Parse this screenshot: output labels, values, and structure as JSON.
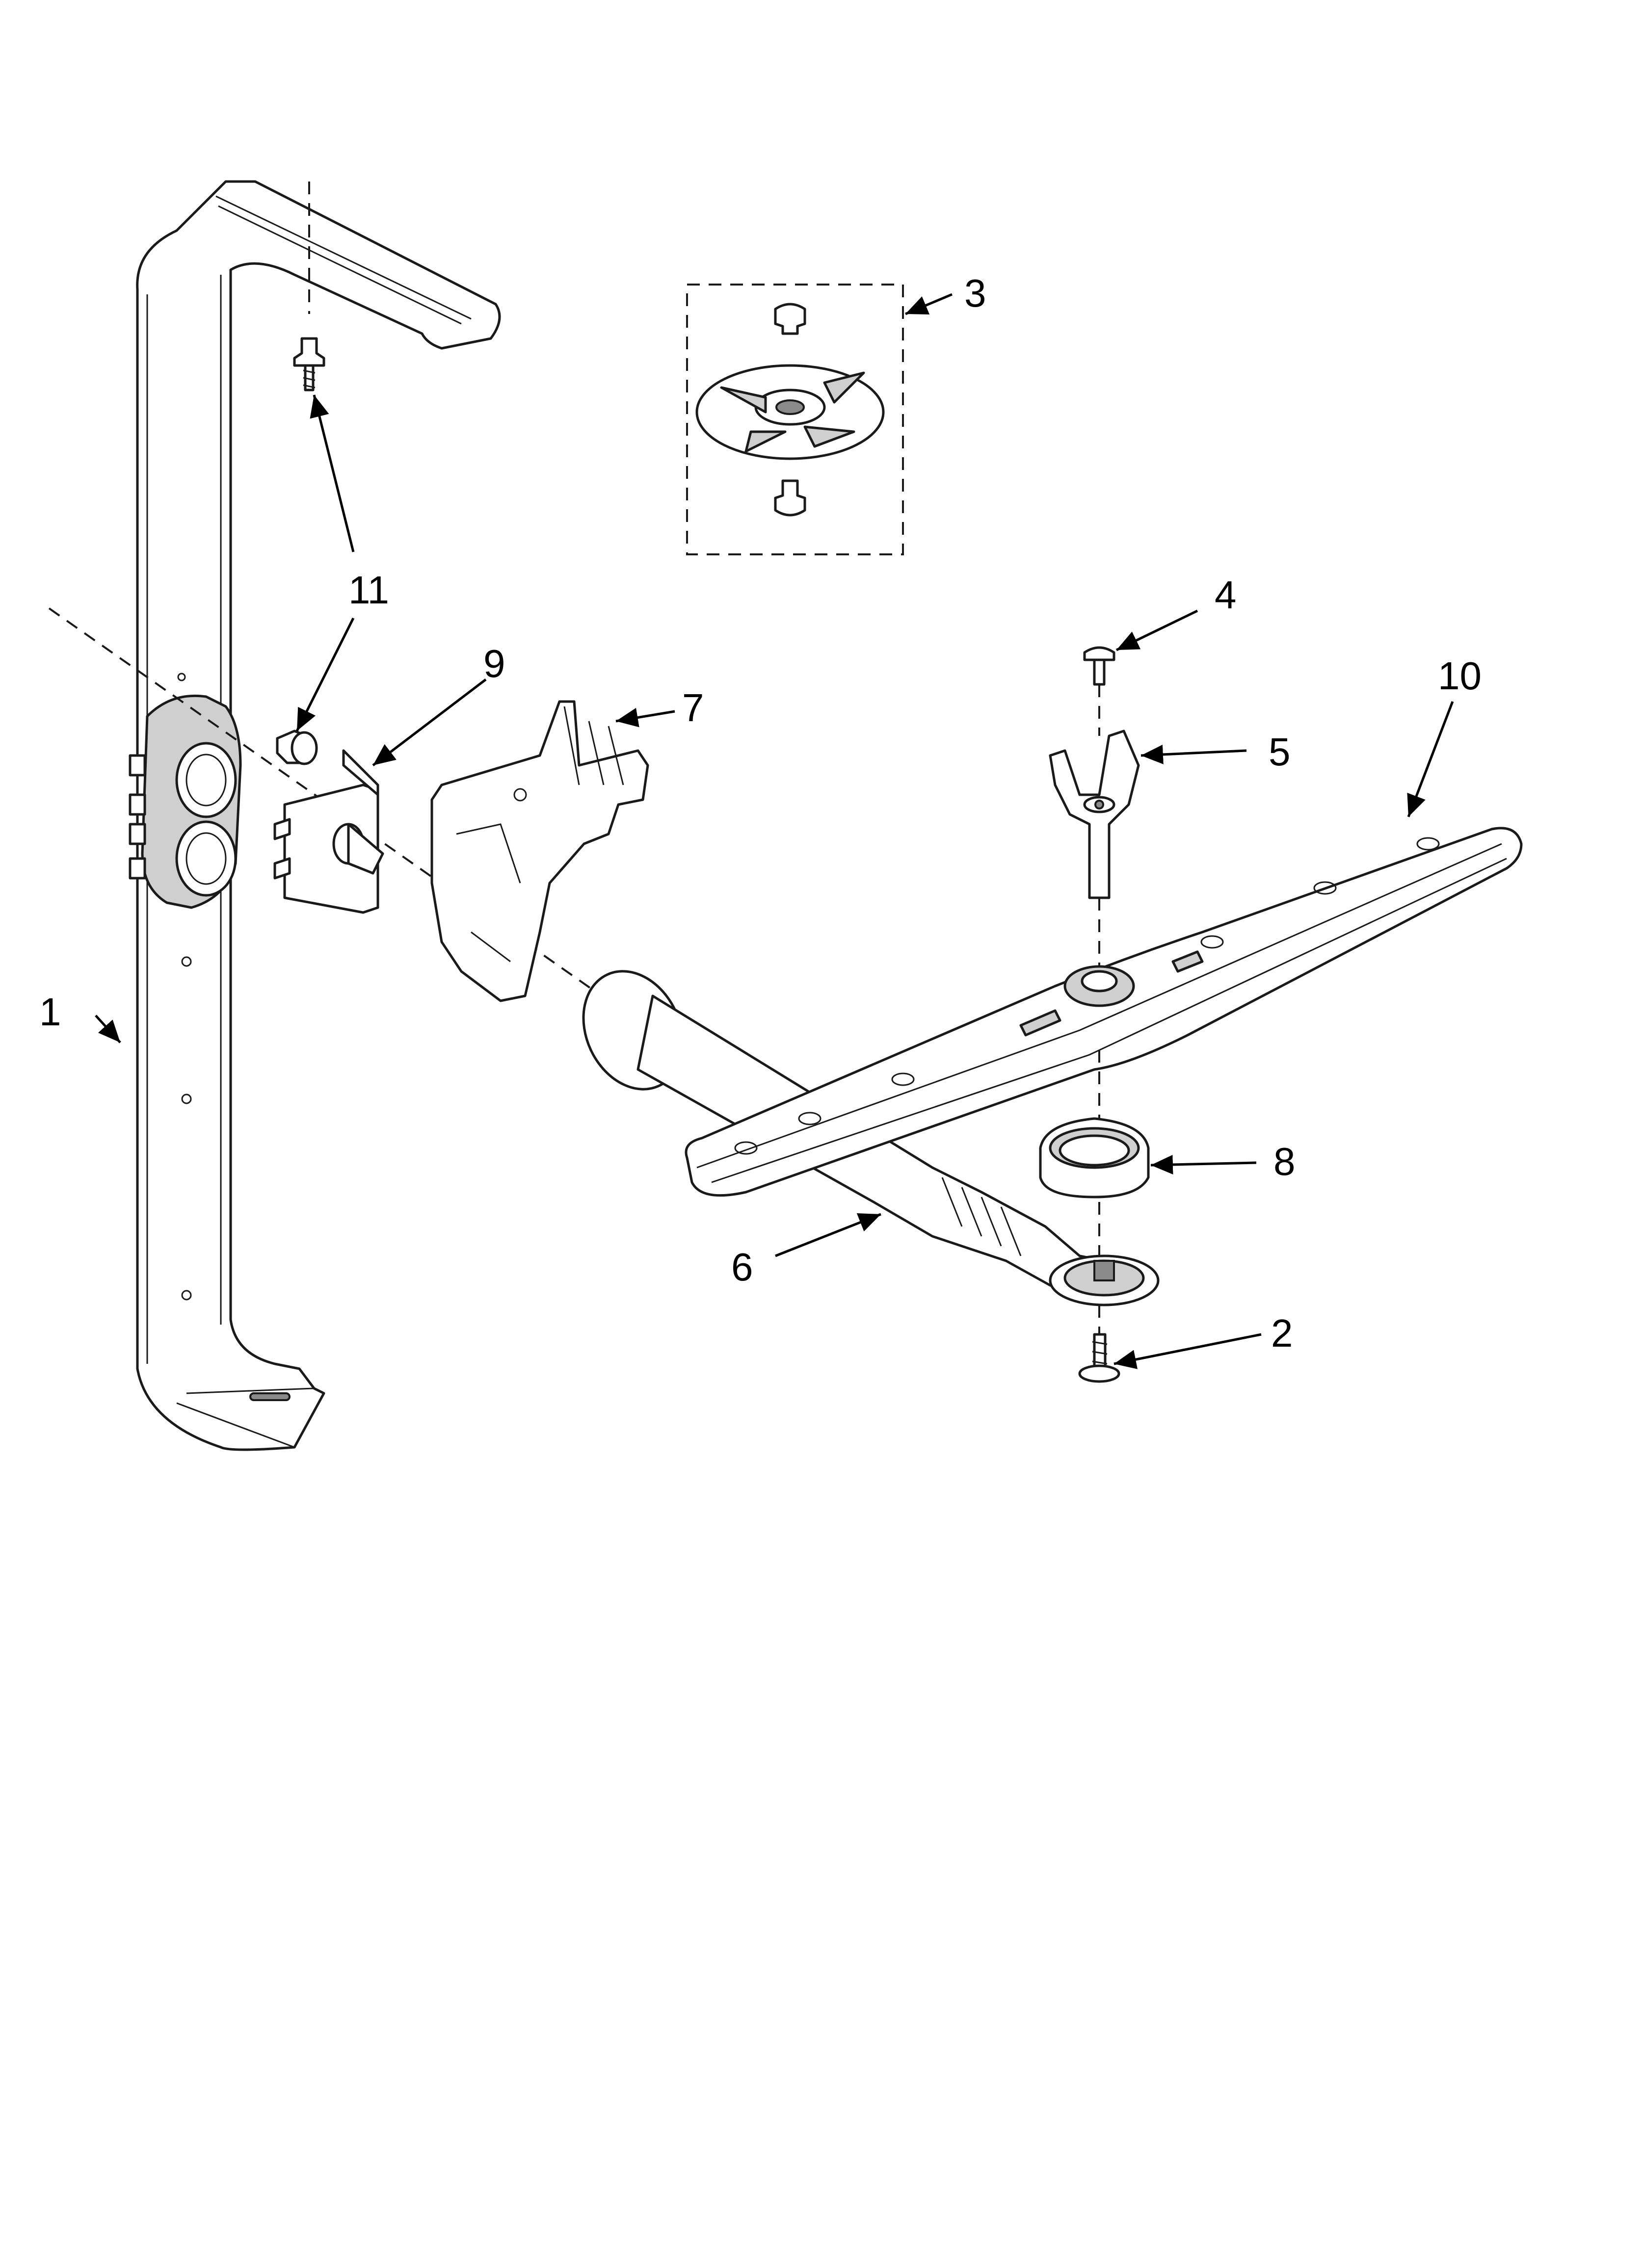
{
  "callouts": [
    "1",
    "2",
    "3",
    "4",
    "5",
    "6",
    "7",
    "8",
    "9",
    "10",
    "11"
  ],
  "parts": [
    {
      "id": "1",
      "name": "supply-tube"
    },
    {
      "id": "2",
      "name": "screw"
    },
    {
      "id": "3",
      "name": "upper-spray-assembly"
    },
    {
      "id": "4",
      "name": "screw"
    },
    {
      "id": "5",
      "name": "bearing-clip"
    },
    {
      "id": "6",
      "name": "manifold-tube"
    },
    {
      "id": "7",
      "name": "bracket"
    },
    {
      "id": "8",
      "name": "bearing-ring"
    },
    {
      "id": "9",
      "name": "connector"
    },
    {
      "id": "10",
      "name": "spray-arm"
    },
    {
      "id": "11",
      "name": "screw"
    }
  ]
}
